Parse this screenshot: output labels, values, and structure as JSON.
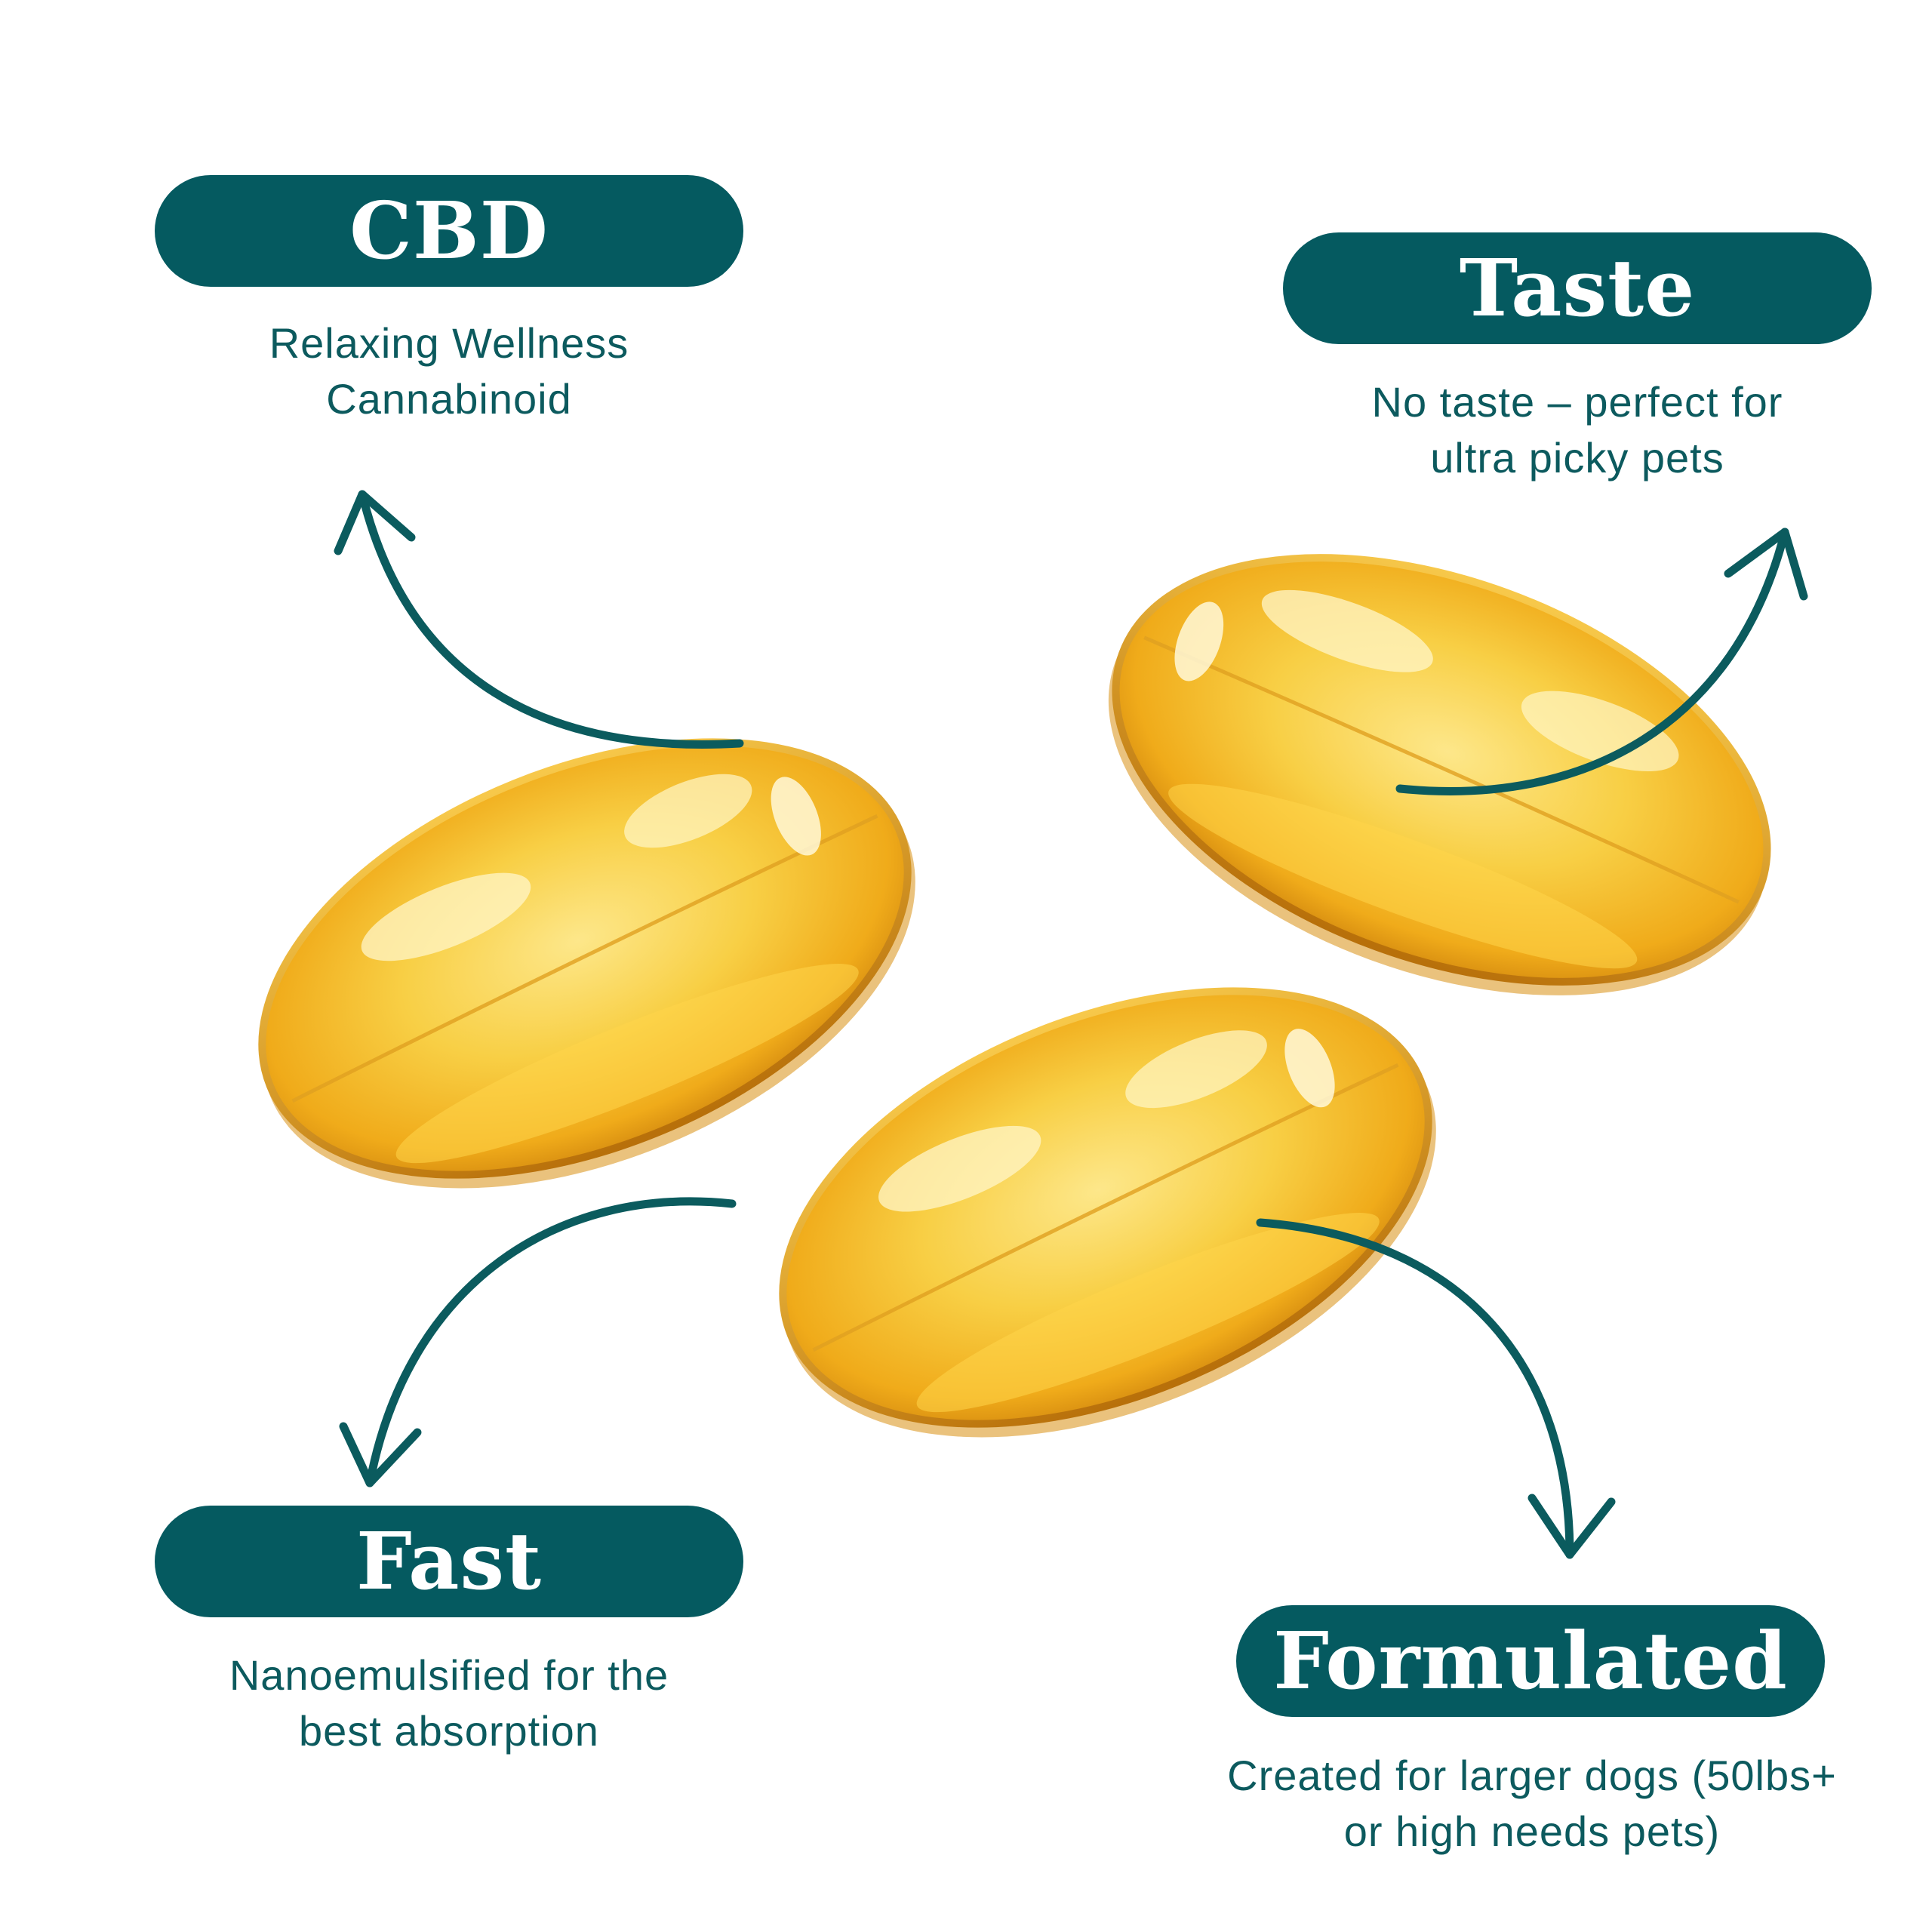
{
  "colors": {
    "pill": "#055a60",
    "text": "#0c5a5e",
    "arrow": "#0b5b5e",
    "capsule": "#f2b41e"
  },
  "features": {
    "cbd": {
      "title": "CBD",
      "lines": [
        "Relaxing Wellness",
        "Cannabinoid"
      ]
    },
    "taste": {
      "title": "Taste",
      "lines": [
        "No taste – perfect for",
        "ultra picky pets"
      ]
    },
    "fast": {
      "title": "Fast",
      "lines": [
        "Nanoemulsified for the",
        "best absorption"
      ]
    },
    "formulated": {
      "title": "Formulated",
      "lines": [
        "Created for larger dogs (50lbs+",
        "or high needs pets)"
      ]
    }
  },
  "icons": [
    "softgel-capsule-icon",
    "curved-arrow-icon"
  ]
}
